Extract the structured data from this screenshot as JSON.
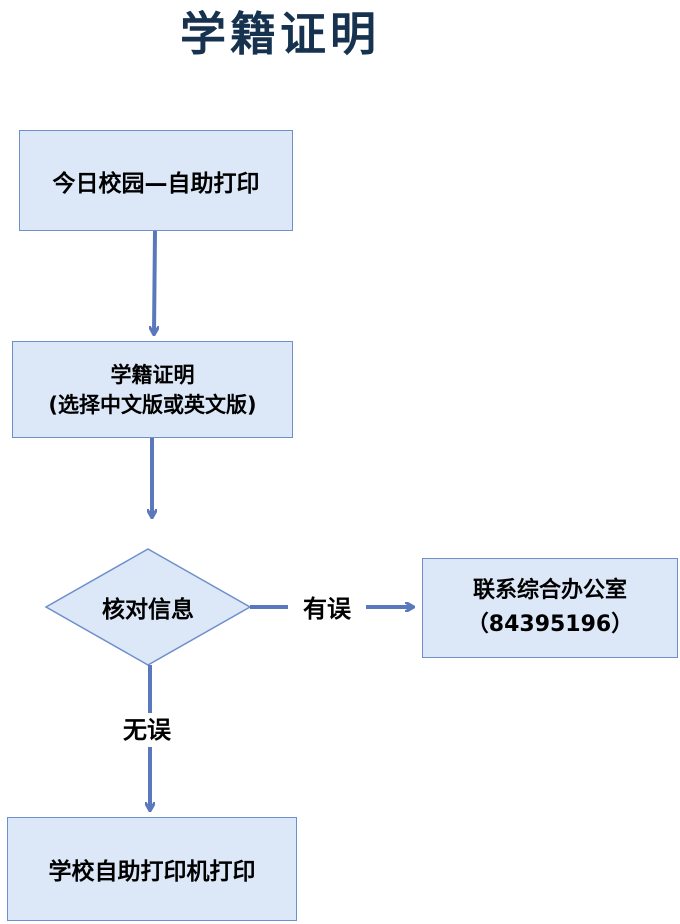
{
  "title": "学籍证明",
  "nodes": {
    "print_entry": "今日校园—自助打印",
    "certificate_line1": "学籍证明",
    "certificate_line2": "(选择中文版或英文版)",
    "verify": "核对信息",
    "office_line1": "联系综合办公室",
    "office_line2": "（84395196）",
    "final_print": "学校自助打印机打印"
  },
  "edges": {
    "has_error": "有误",
    "no_error": "无误"
  },
  "colors": {
    "box_fill": "#dce7f7",
    "box_border": "#6f8fcb",
    "arrow": "#5b78bd",
    "title": "#16324f"
  }
}
